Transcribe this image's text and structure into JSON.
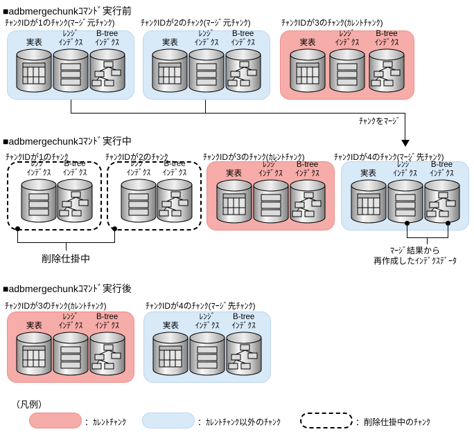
{
  "sections": {
    "before": {
      "heading": "■adbmergechunkｺﾏﾝﾄﾞ実行前",
      "chunk1_label": "ﾁｬﾝｸIDが1のﾁｬﾝｸ(ﾏｰｼﾞ元ﾁｬﾝｸ)",
      "chunk2_label": "ﾁｬﾝｸIDが2のﾁｬﾝｸ(ﾏｰｼﾞ元ﾁｬﾝｸ)",
      "chunk3_label": "ﾁｬﾝｸIDが3のﾁｬﾝｸ(ｶﾚﾝﾄﾁｬﾝｸ)"
    },
    "during": {
      "heading": "■adbmergechunkｺﾏﾝﾄﾞ実行中",
      "chunk1_label": "ﾁｬﾝｸIDが1のﾁｬﾝｸ",
      "chunk2_label": "ﾁｬﾝｸIDが2のﾁｬﾝｸ",
      "chunk3_label": "ﾁｬﾝｸIDが3のﾁｬﾝｸ(ｶﾚﾝﾄﾁｬﾝｸ)",
      "chunk4_label": "ﾁｬﾝｸIDが4のﾁｬﾝｸ(ﾏｰｼﾞ先ﾁｬﾝｸ)"
    },
    "after": {
      "heading": "■adbmergechunkｺﾏﾝﾄﾞ実行後",
      "chunk3_label": "ﾁｬﾝｸIDが3のﾁｬﾝｸ(ｶﾚﾝﾄﾁｬﾝｸ)",
      "chunk4_label": "ﾁｬﾝｸIDが4のﾁｬﾝｸ(ﾏｰｼﾞ先ﾁｬﾝｸ)"
    }
  },
  "cylinders": {
    "table": "実表",
    "range": "ﾚﾝｼﾞ\nｲﾝﾃﾞｸｽ",
    "btree": "B-tree\nｲﾝﾃﾞｸｽ"
  },
  "annotations": {
    "merge_arrow": "ﾁｬﾝｸをﾏｰｼﾞ",
    "delete_pending": "削除仕掛中",
    "recreated_index": "ﾏｰｼﾞ結果から\n再作成したｲﾝﾃﾞｸｽﾃﾞｰﾀ"
  },
  "legend": {
    "title": "（凡例）",
    "current_label": "：ｶﾚﾝﾄﾁｬﾝｸ",
    "non_current_label": "：ｶﾚﾝﾄﾁｬﾝｸ以外のﾁｬﾝｸ",
    "deleting_label": "：削除仕掛中のﾁｬﾝｸ"
  },
  "colors": {
    "current_chunk_fill": "#F6ACA8",
    "current_chunk_border": "#E9908C",
    "other_chunk_fill": "#D8E9F8",
    "other_chunk_border": "#BBD6EE",
    "deleting_chunk_border": "#000000",
    "line": "#000000"
  }
}
